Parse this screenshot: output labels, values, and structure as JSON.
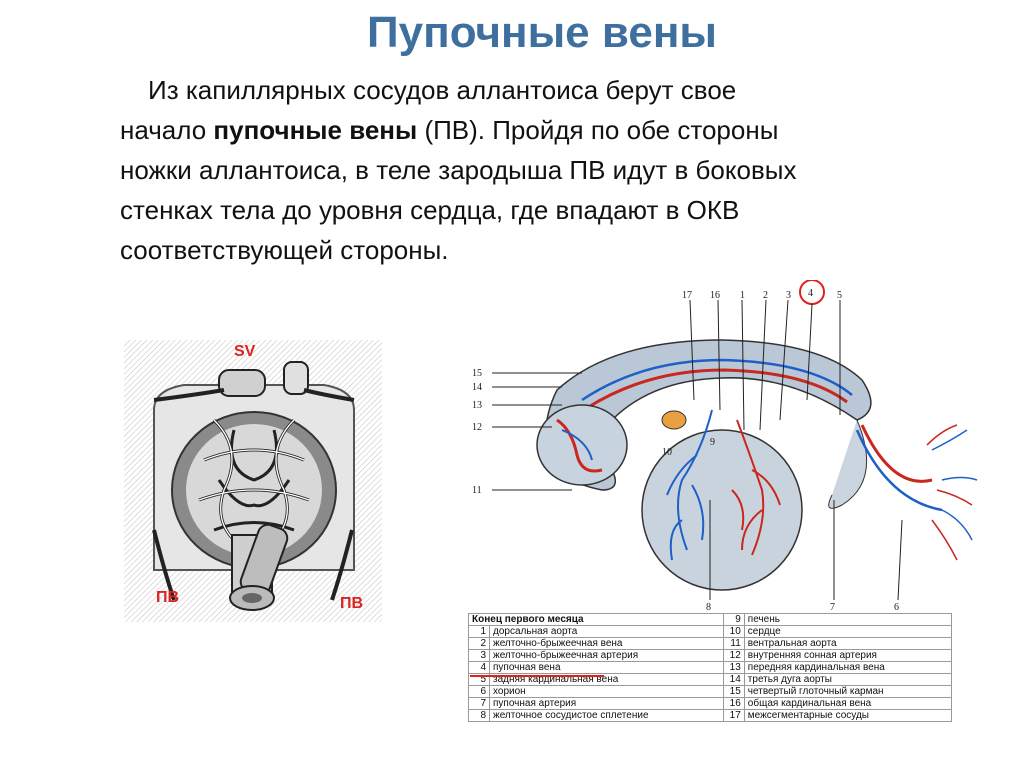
{
  "title": "Пупочные вены",
  "paragraph": {
    "line1": "Из капиллярных сосудов аллантоиса берут свое",
    "line2_pre": "начало ",
    "line2_bold": "пупочные вены",
    "line2_post": " (ПВ). Пройдя по обе стороны",
    "line3": "ножки аллантоиса, в теле зародыша ПВ идут в боковых",
    "line4": "стенках тела до уровня сердца, где впадают в ОКВ",
    "line5": "соответствующей стороны."
  },
  "left_figure": {
    "label_top": "SV",
    "label_left": "ПВ",
    "label_right": "ПВ"
  },
  "right_figure": {
    "top_numbers": [
      "17",
      "16",
      "1",
      "2",
      "3",
      "4",
      "5"
    ],
    "left_numbers": [
      "15",
      "14",
      "13",
      "12",
      "11"
    ],
    "bottom_numbers": [
      "8",
      "7",
      "6"
    ],
    "inner_numbers": [
      "10",
      "9"
    ]
  },
  "legend": {
    "header": "Конец первого месяца",
    "left_rows": [
      {
        "num": "1",
        "text": "дорсальная аорта"
      },
      {
        "num": "2",
        "text": "желточно-брыжеечная вена"
      },
      {
        "num": "3",
        "text": "желточно-брыжеечная артерия"
      },
      {
        "num": "4",
        "text": "пупочная вена"
      },
      {
        "num": "5",
        "text": "задняя кардинальная вена"
      },
      {
        "num": "6",
        "text": "хорион"
      },
      {
        "num": "7",
        "text": "пупочная артерия"
      },
      {
        "num": "8",
        "text": "желточное сосудистое сплетение"
      }
    ],
    "right_rows": [
      {
        "num": "9",
        "text": "печень"
      },
      {
        "num": "10",
        "text": "сердце"
      },
      {
        "num": "11",
        "text": "вентральная аорта"
      },
      {
        "num": "12",
        "text": "внутренняя сонная артерия"
      },
      {
        "num": "13",
        "text": "передняя кардинальная вена"
      },
      {
        "num": "14",
        "text": "третья дуга аорты"
      },
      {
        "num": "15",
        "text": "четвертый глоточный карман"
      },
      {
        "num": "16",
        "text": "общая кардинальная вена"
      },
      {
        "num": "17",
        "text": "межсегментарные сосуды"
      }
    ]
  },
  "colors": {
    "title": "#3e6f9e",
    "vein": "#2a6fd6",
    "artery": "#c8281e",
    "highlight": "#e02020"
  }
}
